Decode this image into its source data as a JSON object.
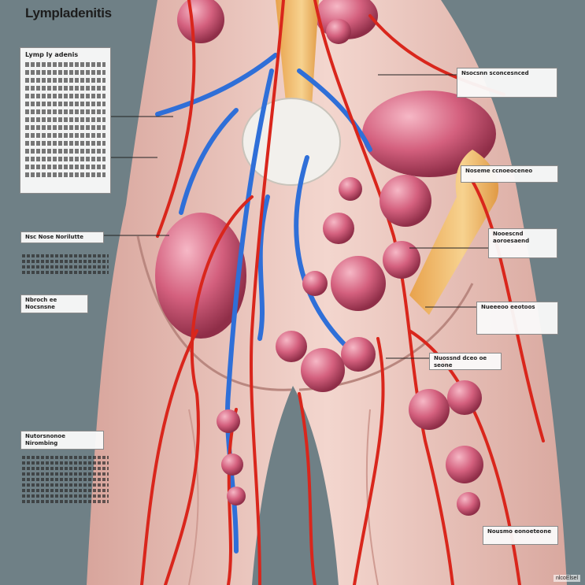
{
  "diagram": {
    "title": "Lympladenitis",
    "panel_heading": "Lymp ly adenis",
    "labels": {
      "left_top": "Nsc Nose Norilutte",
      "left_mid": "Nbroch ee Nocsnsne",
      "left_low": "Nutorsnonoe Nirombing",
      "right_top": "Nsocsnn sconcesnced",
      "right_mid1": "Noseme ccnoeoceneo",
      "right_mid2": "Nooescnd aoroesaend",
      "right_mid3": "Nueeeoo eeotoos",
      "right_low1": "Nuossnd dceo oe seone",
      "right_low2": "Nousmo eonoeteone",
      "watermark": "nlcoElsel"
    },
    "colors": {
      "background": "#6f8086",
      "skin": "#ecc7bf",
      "artery": "#d9261c",
      "vein": "#2f6fd8",
      "node": "#d45a7a",
      "bone": "#f2c27a"
    }
  }
}
